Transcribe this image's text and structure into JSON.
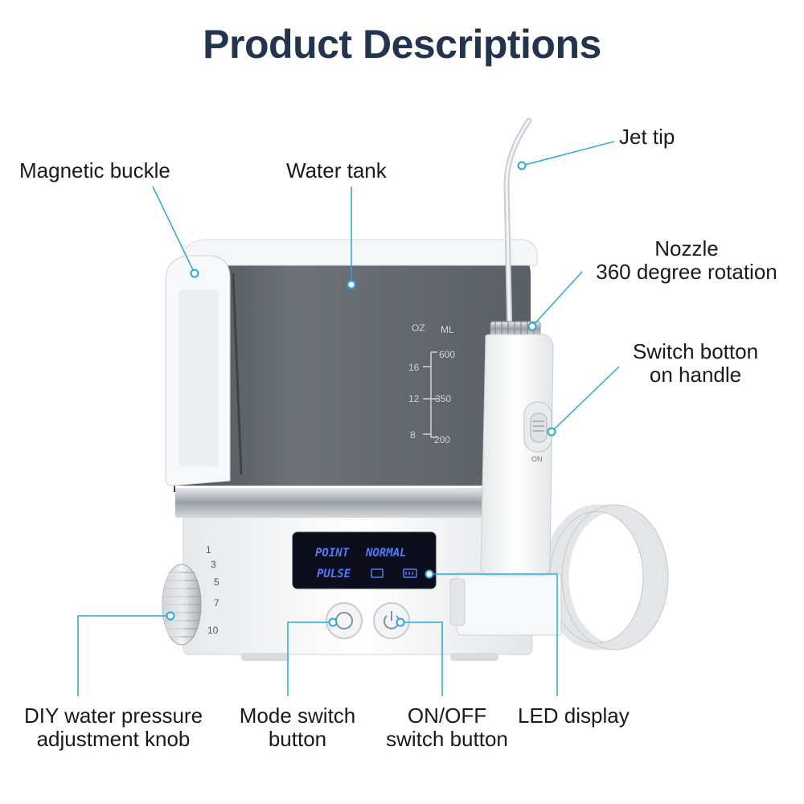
{
  "title": "Product Descriptions",
  "labels": {
    "magnetic_buckle": "Magnetic buckle",
    "water_tank": "Water tank",
    "jet_tip": "Jet tip",
    "nozzle_line1": "Nozzle",
    "nozzle_line2": "360 degree rotation",
    "switch_line1": "Switch botton",
    "switch_line2": "on handle",
    "knob_line1": "DIY water pressure",
    "knob_line2": "adjustment knob",
    "mode_line1": "Mode switch",
    "mode_line2": "button",
    "onoff_line1": "ON/OFF",
    "onoff_line2": "switch button",
    "led": "LED display"
  },
  "tank_scale": {
    "oz": "OZ",
    "ml": "ML",
    "oz_marks": [
      "16",
      "12",
      "8"
    ],
    "ml_marks": [
      "600",
      "350",
      "200"
    ]
  },
  "display": {
    "mode_a": "POINT",
    "mode_b": "NORMAL",
    "mode_c": "PULSE"
  },
  "handle": {
    "on_text": "ON"
  },
  "knob_dial": [
    "1",
    "3",
    "5",
    "7",
    "10"
  ],
  "colors": {
    "title": "#23344f",
    "callout": "#29a8e0",
    "display_text": "#4d7bff",
    "display_bg": "#0b0e1a",
    "tank": "#5e6369"
  }
}
